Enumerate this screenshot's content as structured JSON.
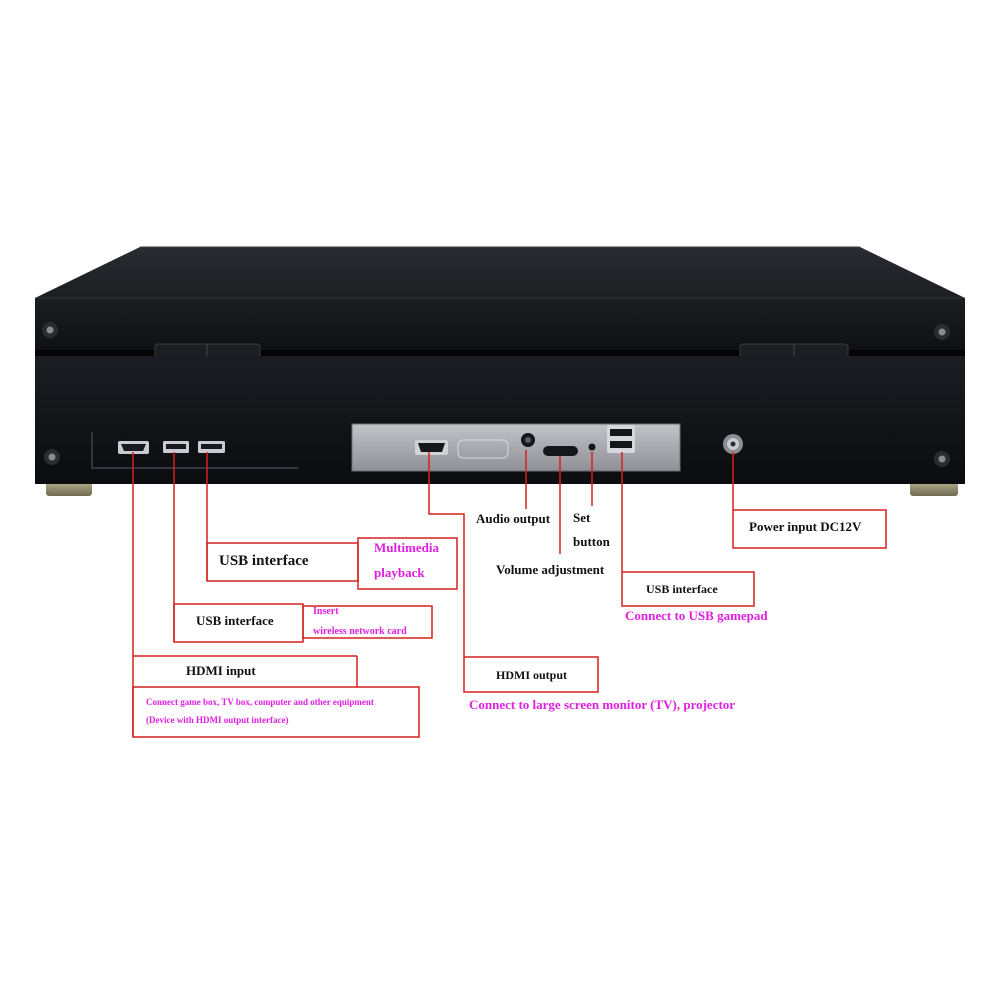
{
  "colors": {
    "leader_line": "#d62020",
    "accent_text": "#e020e0",
    "device_body": "#111216",
    "panel_metal": "#a9abb0"
  },
  "icons": {
    "hdmi_input_port": "hdmi-port-icon",
    "usb_port_1": "usb-port-icon",
    "usb_port_2": "usb-port-icon",
    "hdmi_output_port": "hdmi-port-icon",
    "audio_jack": "audio-jack-icon",
    "volume_slider": "volume-slider-icon",
    "set_button": "button-icon",
    "usb_stack": "usb-port-icon",
    "power_jack": "dc-power-jack-icon"
  },
  "labels": {
    "audio_output": "Audio output",
    "set_button_line1": "Set",
    "set_button_line2": "button",
    "volume_adjustment": "Volume adjustment",
    "power_input": "Power input DC12V",
    "usb_interface_multimedia": "USB interface",
    "multimedia_line1": "Multimedia",
    "multimedia_line2": "playback",
    "usb_interface_wireless": "USB interface",
    "wireless_line1": "Insert",
    "wireless_line2": "wireless network card",
    "usb_interface_gamepad": "USB interface",
    "gamepad_note": "Connect to USB gamepad",
    "hdmi_input": "HDMI input",
    "hdmi_input_note_line1": "Connect game box, TV box, computer and other equipment",
    "hdmi_input_note_line2": "(Device with HDMI output interface)",
    "hdmi_output": "HDMI output",
    "hdmi_output_note": "Connect to large screen monitor (TV), projector"
  }
}
